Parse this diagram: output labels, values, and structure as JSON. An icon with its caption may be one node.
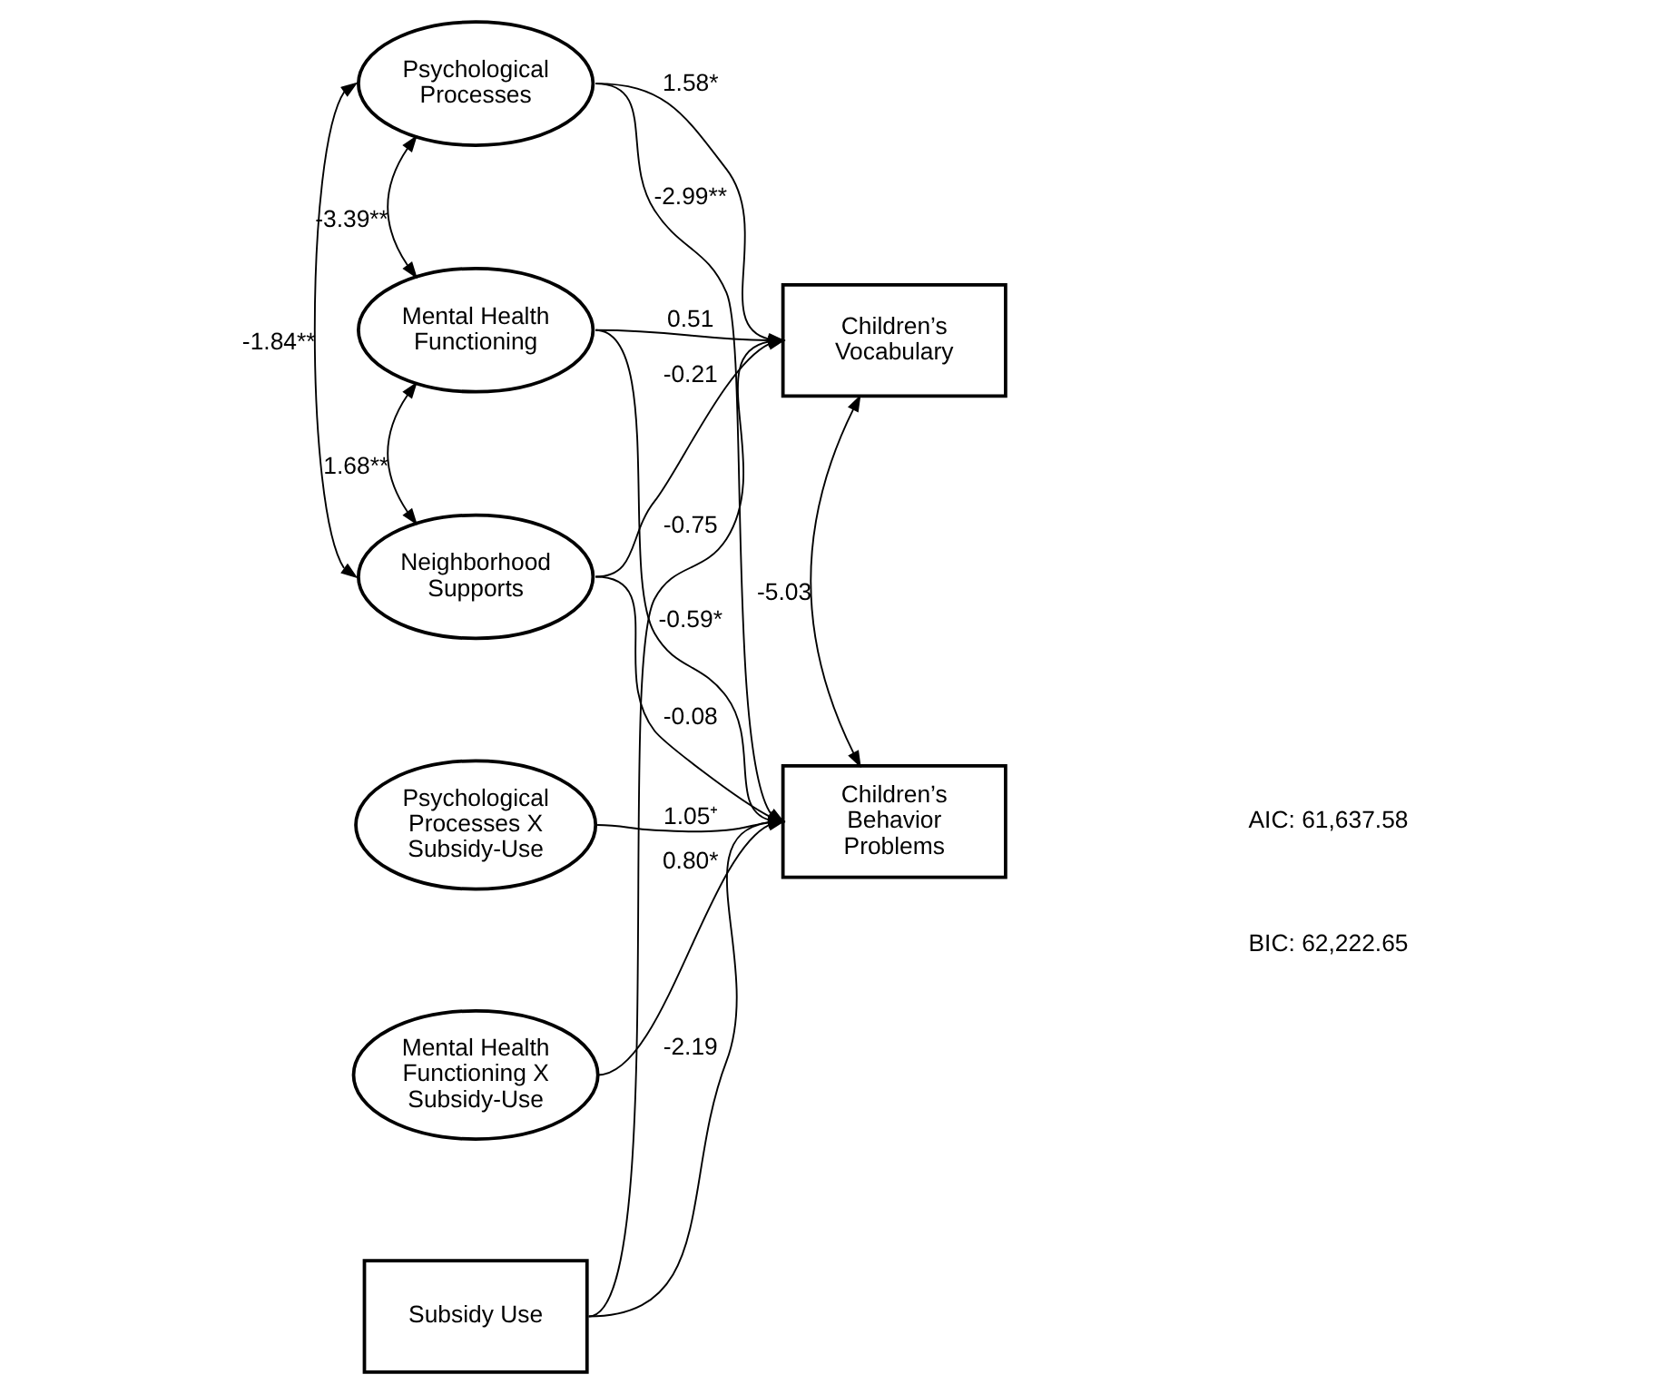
{
  "diagram": {
    "nodes": [
      {
        "text": [
          "Psychological Processes"
        ]
      },
      {
        "text": [
          "Mental Health Functioning"
        ]
      },
      {
        "text": [
          "Neighborhood Supports"
        ]
      },
      {
        "text": [
          "Psychological Processes X Subsidy-Use"
        ]
      },
      {
        "text": [
          "Mental Health Functioning X Subsidy-Use"
        ]
      },
      {
        "text": [
          "Subsidy Use"
        ]
      },
      {
        "text": [
          "Children’s Vocabulary"
        ]
      },
      {
        "text": [
          "Children’s Behavior Problems"
        ]
      }
    ],
    "edges": [
      {
        "from": 0,
        "to": 6,
        "arrow": "to",
        "label": "1.58*"
      },
      {
        "from": 0,
        "to": 7,
        "arrow": "to",
        "label": "-2.99**"
      },
      {
        "from": 1,
        "to": 6,
        "arrow": "to",
        "label": "0.51"
      },
      {
        "from": 1,
        "to": 7,
        "arrow": "to",
        "label": "-0.59*"
      },
      {
        "from": 2,
        "to": 6,
        "arrow": "to",
        "label": "-0.21"
      },
      {
        "from": 2,
        "to": 7,
        "arrow": "to",
        "label": "-0.08"
      },
      {
        "from": 3,
        "to": 7,
        "arrow": "to",
        "label": "1.05⁺"
      },
      {
        "from": 4,
        "to": 7,
        "arrow": "to",
        "label": "0.80*"
      },
      {
        "from": 5,
        "to": 6,
        "arrow": "to",
        "label": "-0.75"
      },
      {
        "from": 5,
        "to": 7,
        "arrow": "to",
        "label": "-2.19"
      },
      {
        "from": 0,
        "to": 1,
        "arrow": "both",
        "label": "-3.39**"
      },
      {
        "from": 1,
        "to": 2,
        "arrow": "both",
        "label": "1.68**"
      },
      {
        "from": 0,
        "to": 2,
        "arrow": "both",
        "label": "-1.84**"
      },
      {
        "from": 6,
        "to": 7,
        "arrow": "both",
        "label": "-5.03"
      }
    ],
    "labels": [
      "AIC: 61,637.58",
      "BIC: 62,222.65"
    ]
  }
}
